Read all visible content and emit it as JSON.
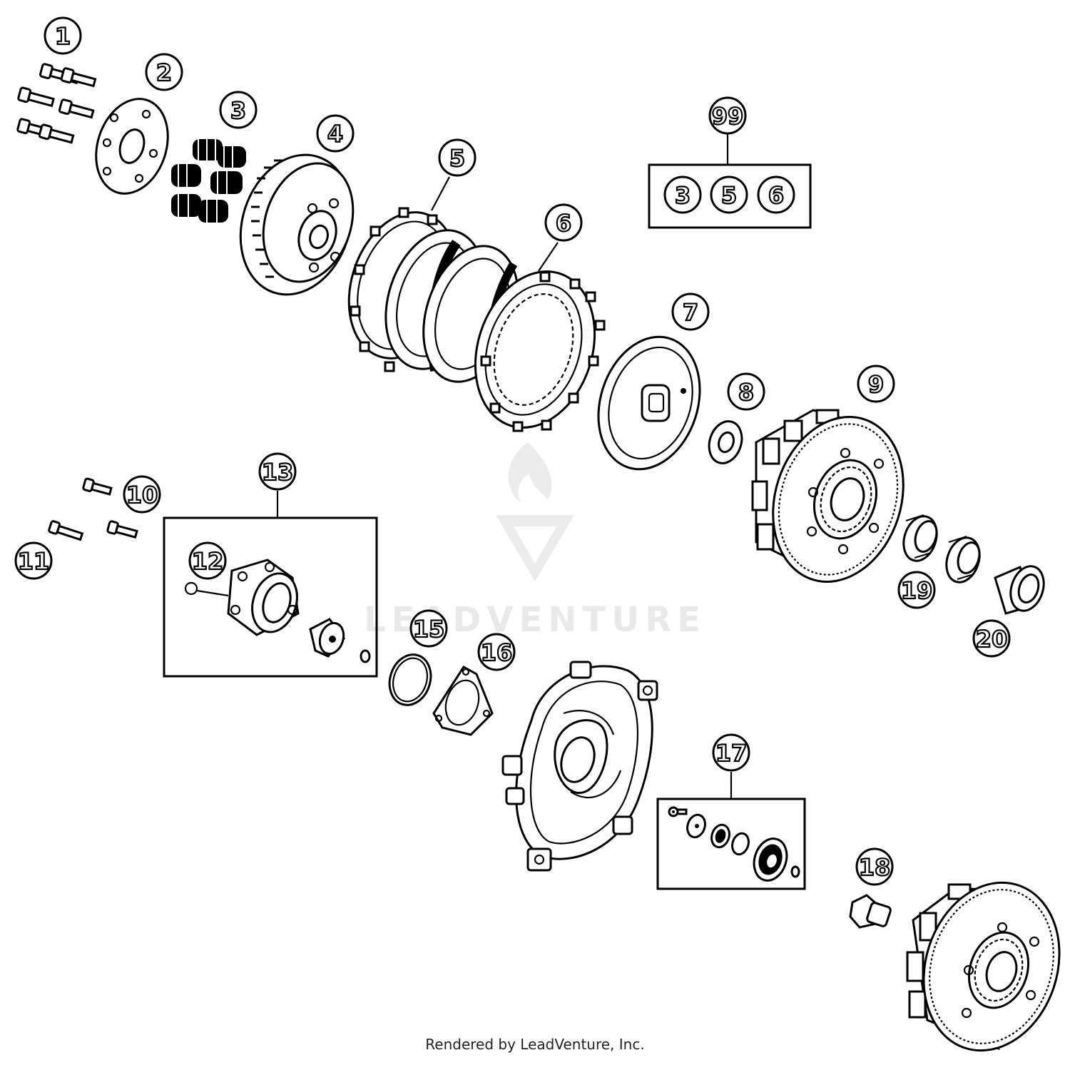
{
  "watermark": {
    "text": "LEADVENTURE"
  },
  "credit": "Rendered by LeadVenture, Inc.",
  "callouts": {
    "c1": "1",
    "c2": "2",
    "c3": "3",
    "c4": "4",
    "c5": "5",
    "c6": "6",
    "c7": "7",
    "c8": "8",
    "c9": "9",
    "c10": "10",
    "c11": "11",
    "c12": "12",
    "c13": "13",
    "c15": "15",
    "c16": "16",
    "c17": "17",
    "c18": "18",
    "c19": "19",
    "c20": "20",
    "c99": "99"
  },
  "kit99": {
    "items": [
      "3",
      "5",
      "6"
    ]
  }
}
